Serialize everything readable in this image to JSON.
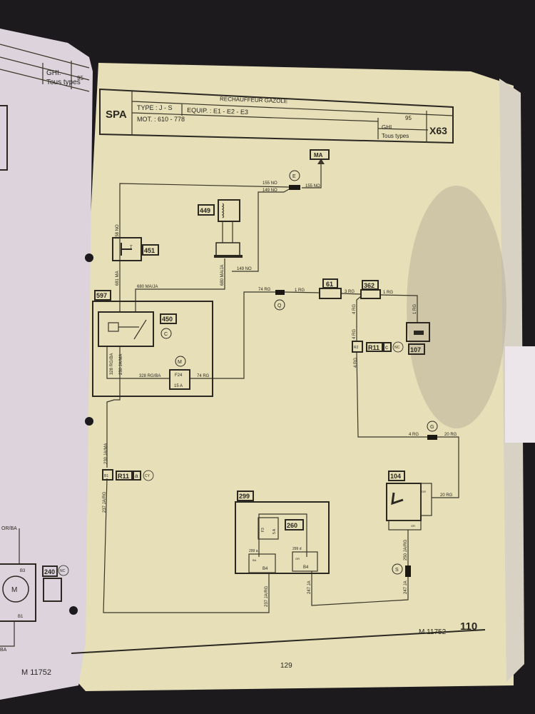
{
  "header": {
    "code": "SPA",
    "title": "RECHAUFFEUR GAZOLE",
    "type": "TYPE : J - S",
    "equip": "EQUIP. : E1 - E2 - E3",
    "mot": "MOT. : 610 - 778",
    "year": "95",
    "ghi": "GHI.",
    "types": "Tous types",
    "diagram_id": "X63"
  },
  "components": {
    "ma": "MA",
    "c449": "449",
    "c451": "451",
    "c451_inner": "T",
    "c597": "597",
    "c450": "450",
    "c61": "61",
    "c362": "362",
    "c107": "107",
    "c104": "104",
    "c299": "299",
    "c260": "260",
    "fuse_f24": "F24",
    "fuse_f24_rating": "15 A",
    "fuse_f3": "F3",
    "fuse_f3_rating": "5 A",
    "r2": "R2",
    "r11_c": "R11",
    "c_letter": "c",
    "nc": "NC",
    "b1": "B1",
    "r11_a": "R11",
    "a_letter": "a",
    "cy": "CY",
    "sub299a": "299 a",
    "sub299d": "299 d",
    "b4a": "B4",
    "b4b": "B4",
    "ba": "BA",
    "gr": "GR",
    "gr2": "GR",
    "gr3": "GR"
  },
  "connectors": {
    "e": "E",
    "q": "Q",
    "c": "C",
    "m": "M",
    "g": "G",
    "s": "S"
  },
  "wires": {
    "w155_left": "155 NO",
    "w149_top": "149 NO",
    "w155_right": "155 NO",
    "w149_bottom": "149 NO",
    "w158": "158 NO",
    "w681": "681 MA",
    "w680h": "680 MA/JA",
    "w680v": "680 MA/JA",
    "w328v": "328 RG/BA",
    "w230v": "230 JA/MA",
    "w328h": "328 RG/BA",
    "w74a": "74 RG",
    "w74b": "74 RG",
    "w1a": "1 RG",
    "w3": "3 RG",
    "w1b": "1 RG",
    "w1c": "1 RG",
    "w4a": "4 RG",
    "w4b": "4 RG",
    "w4c": "4 RG",
    "w4d": "4 RG",
    "w20a": "20 RG",
    "w20b": "20 RG",
    "w230b": "230 JA/MA",
    "w237a": "237 JA/RG",
    "w237b": "237 JA/RG",
    "w247a": "247 JA",
    "w247b": "247 JA",
    "w250": "250 JA/RG"
  },
  "footer": {
    "ref": "M 11752",
    "page_code": "110",
    "page_number": "129"
  },
  "left_page": {
    "ghi": "GHI.",
    "types": "Tous types",
    "year": "95",
    "wire_top": "OR/BA",
    "wire_bottom": "BA",
    "b3": "B3",
    "b1": "B1",
    "motor": "M",
    "c240": "240",
    "nc": "NC",
    "ref": "M 11752"
  }
}
